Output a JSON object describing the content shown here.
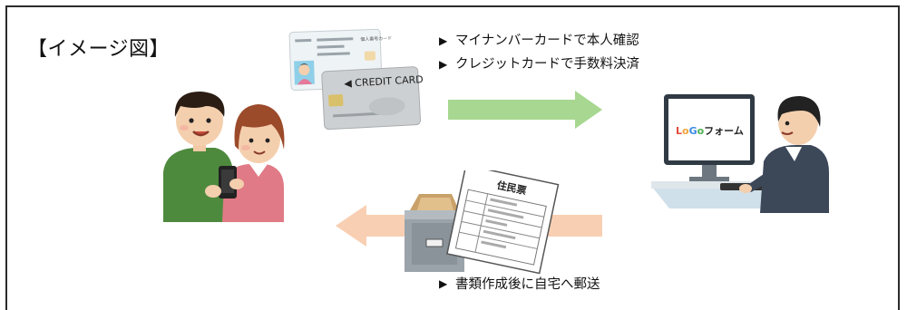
{
  "title": "【イメージ図】",
  "top_bullets": [
    "マイナンバーカードで本人確認",
    "クレジットカードで手数料決済"
  ],
  "bottom_bullet": "書類作成後に自宅へ郵送",
  "credit_card_label": "◀ CREDIT CARD",
  "my_number_card_label": "個人番号カード",
  "monitor_logo": {
    "l": "L",
    "o1": "o",
    "g": "G",
    "o2": "o",
    "rest": "フォーム"
  },
  "document_title": "住民票",
  "colors": {
    "arrow_right": "#a7d790",
    "arrow_left": "#f8cfb3",
    "border": "#2b2b2b"
  },
  "icons": {
    "bullet": "▶"
  }
}
